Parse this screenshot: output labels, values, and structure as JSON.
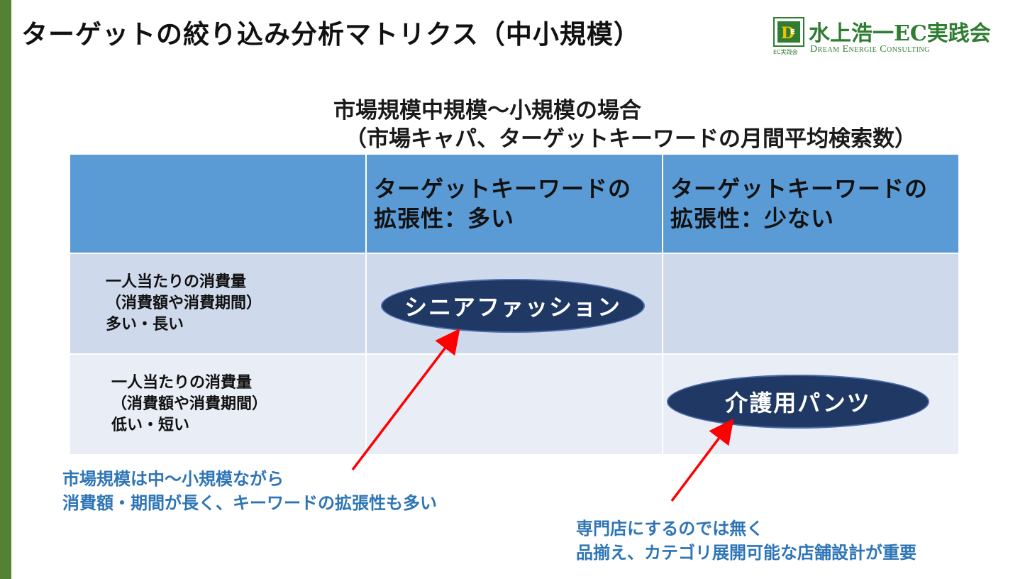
{
  "title": "ターゲットの絞り込み分析マトリクス（中小規模）",
  "logo": {
    "mark_label": "EC実践会",
    "name": "水上浩一EC実践会",
    "sub": "Dream Energie Consulting"
  },
  "subtitle": {
    "line1": "市場規模中規模〜小規模の場合",
    "line2": "（市場キャパ、ターゲットキーワードの月間平均検索数）"
  },
  "matrix": {
    "columns": [
      {
        "line1": "ターゲットキーワードの",
        "line2": "拡張性：多い"
      },
      {
        "line1": "ターゲットキーワードの",
        "line2": "拡張性：少ない"
      }
    ],
    "rows": [
      {
        "line1": "一人当たりの消費量",
        "line2": "（消費額や消費期間）",
        "line3": "多い・長い"
      },
      {
        "line1": "一人当たりの消費量",
        "line2": "（消費額や消費期間）",
        "line3": "低い・短い"
      }
    ]
  },
  "items": {
    "senior_fashion": "シニアファッション",
    "care_pants": "介護用パンツ"
  },
  "notes": {
    "left": {
      "line1": "市場規模は中〜小規模ながら",
      "line2": "消費額・期間が長く、キーワードの拡張性も多い"
    },
    "right": {
      "line1": "専門店にするのでは無く",
      "line2": "品揃え、カテゴリ展開可能な店舗設計が重要"
    }
  },
  "colors": {
    "left_bar": "#548235",
    "header_bg": "#5b9bd5",
    "row1_bg": "#cfd9ec",
    "row2_bg": "#e9edf6",
    "ellipse_bg": "#1f3864",
    "note_text": "#2e75b6",
    "arrow": "#ff0000",
    "logo_green": "#2e7d32"
  }
}
